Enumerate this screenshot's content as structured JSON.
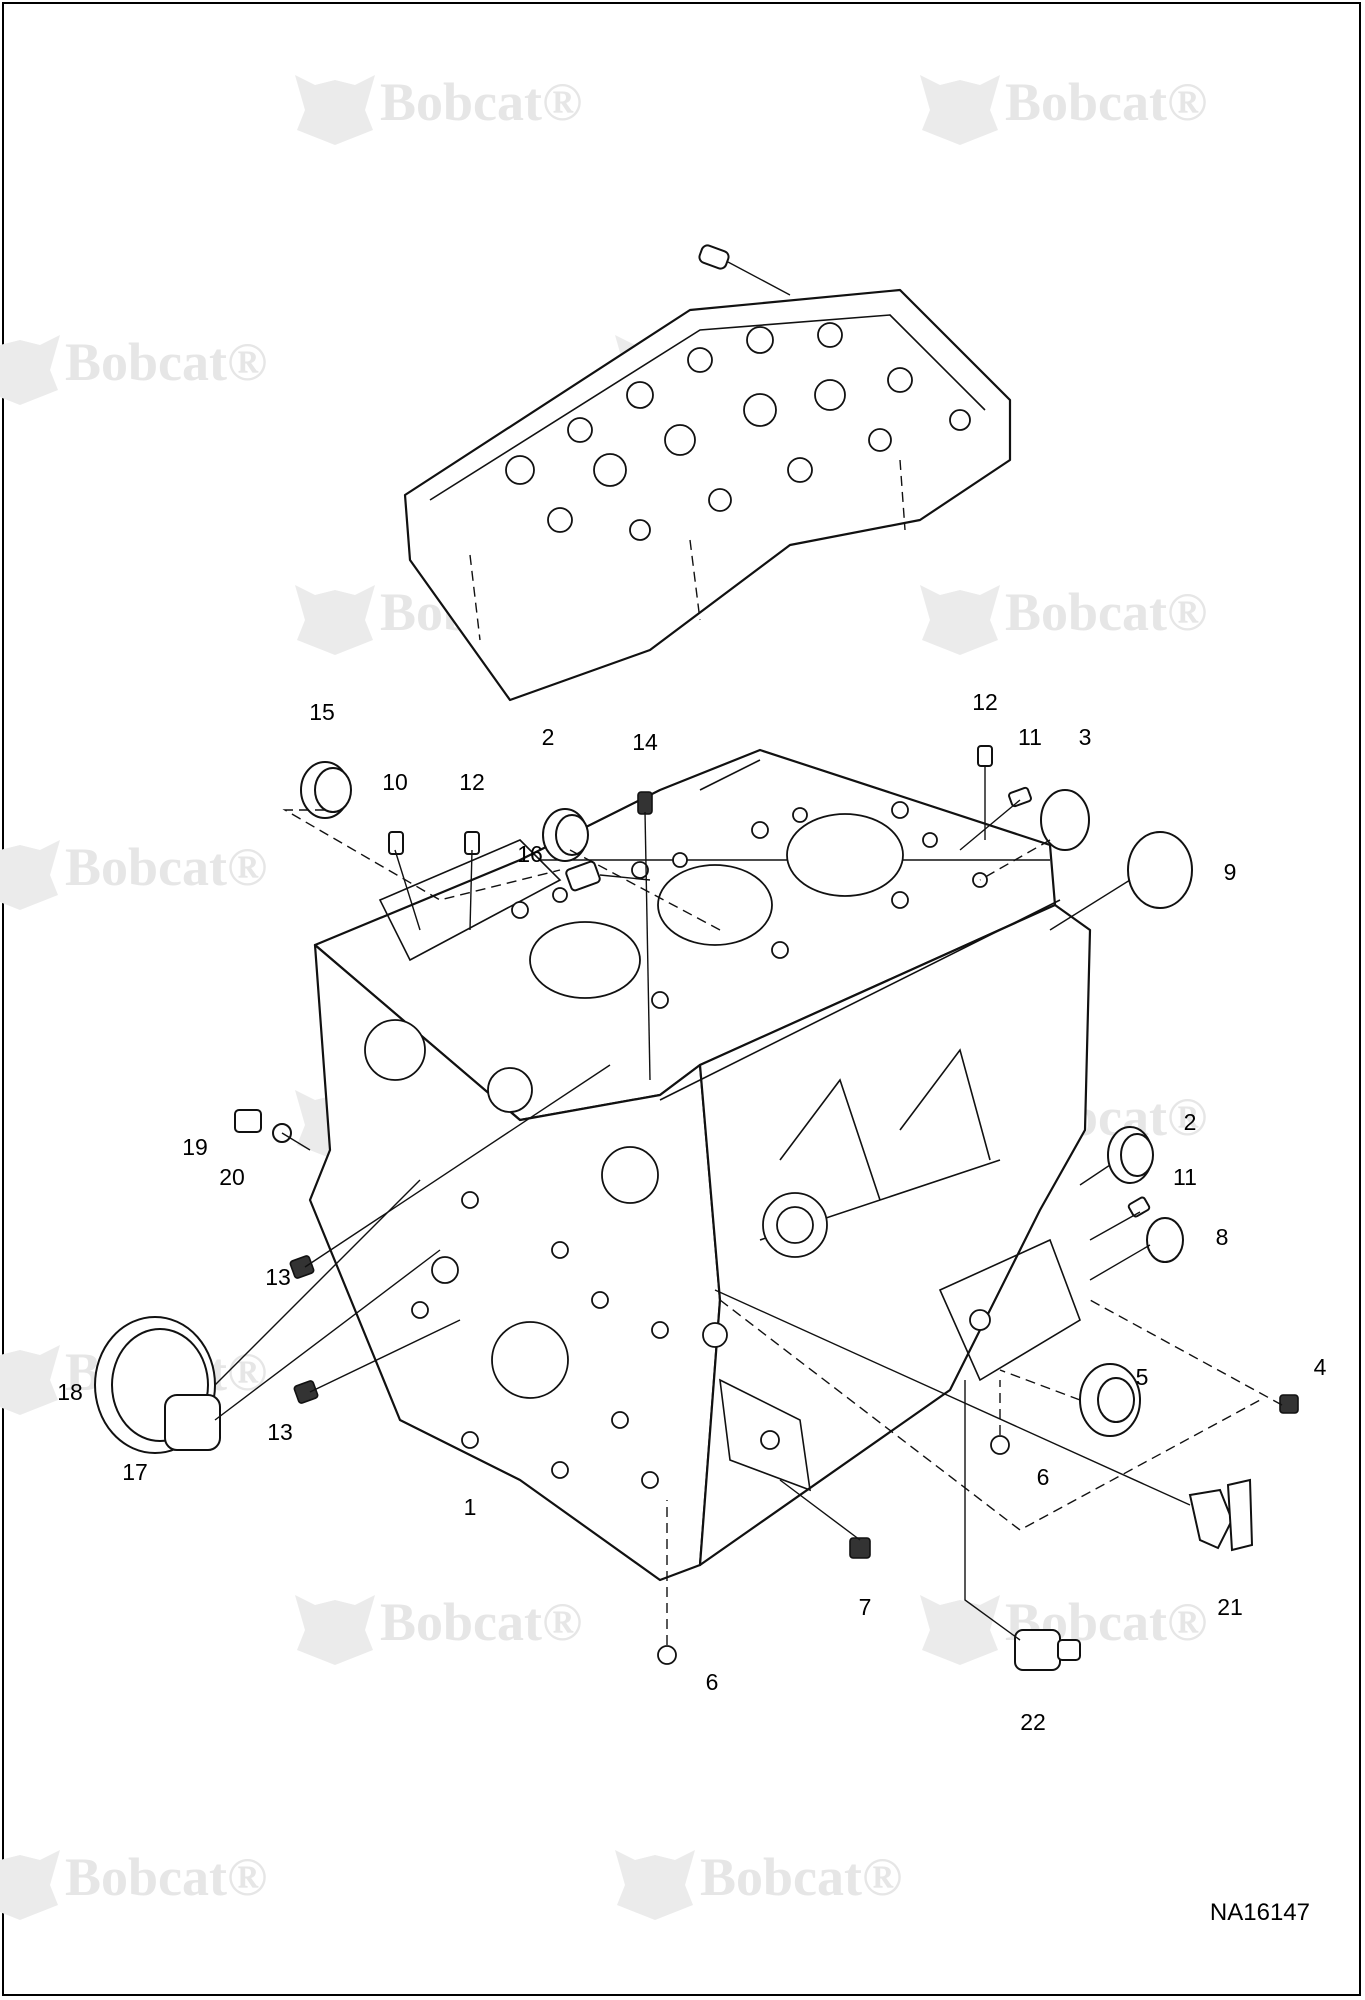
{
  "watermark": {
    "brand_text": "Bobcat",
    "registered_mark": "®"
  },
  "callouts": [
    {
      "id": "c15",
      "label": "15"
    },
    {
      "id": "c10",
      "label": "10"
    },
    {
      "id": "c12a",
      "label": "12"
    },
    {
      "id": "c2a",
      "label": "2"
    },
    {
      "id": "c14",
      "label": "14"
    },
    {
      "id": "c16",
      "label": "16"
    },
    {
      "id": "c12b",
      "label": "12"
    },
    {
      "id": "c11a",
      "label": "11"
    },
    {
      "id": "c3",
      "label": "3"
    },
    {
      "id": "c9",
      "label": "9"
    },
    {
      "id": "c19",
      "label": "19"
    },
    {
      "id": "c20",
      "label": "20"
    },
    {
      "id": "c2b",
      "label": "2"
    },
    {
      "id": "c11b",
      "label": "11"
    },
    {
      "id": "c8",
      "label": "8"
    },
    {
      "id": "c13a",
      "label": "13"
    },
    {
      "id": "c18",
      "label": "18"
    },
    {
      "id": "c13b",
      "label": "13"
    },
    {
      "id": "c17",
      "label": "17"
    },
    {
      "id": "c5",
      "label": "5"
    },
    {
      "id": "c4",
      "label": "4"
    },
    {
      "id": "c6a",
      "label": "6"
    },
    {
      "id": "c1",
      "label": "1"
    },
    {
      "id": "c7",
      "label": "7"
    },
    {
      "id": "c21",
      "label": "21"
    },
    {
      "id": "c6b",
      "label": "6"
    },
    {
      "id": "c22",
      "label": "22"
    }
  ],
  "drawing_id": "NA16147"
}
